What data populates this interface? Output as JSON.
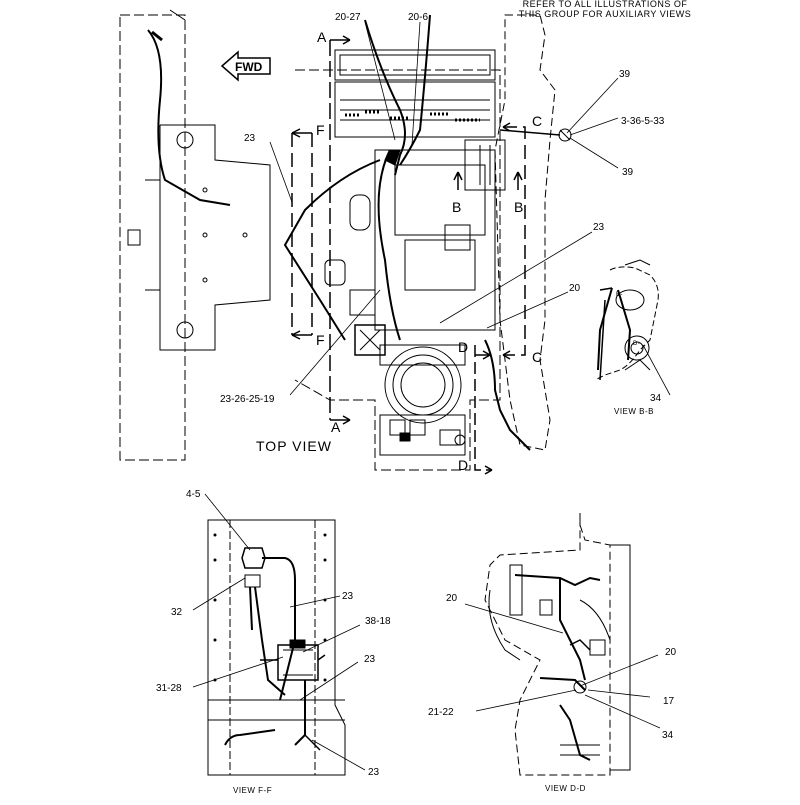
{
  "header_note": [
    "REFER TO ALL ILLUSTRATIONS OF",
    "THIS GROUP FOR AUXILIARY VIEWS"
  ],
  "fwd_label": "FWD",
  "top_view": {
    "title": "TOP VIEW",
    "callouts": [
      "20-27",
      "20-6",
      "39",
      "3-36-5-33",
      "39",
      "23",
      "23",
      "20",
      "23-26-25-19"
    ],
    "section_letters": {
      "a_top": "A",
      "a_bottom": "A",
      "f_top": "F",
      "f_bottom": "F",
      "c_top": "C",
      "c_bottom": "C",
      "b_left": "B",
      "b_right": "B",
      "d_top": "D",
      "d_bottom": "D"
    }
  },
  "view_bb": {
    "title": "VIEW B-B",
    "callouts": [
      "34"
    ],
    "tags": [
      "B-",
      "D-"
    ]
  },
  "view_ff": {
    "title": "VIEW F-F",
    "callouts": [
      "4-5",
      "32",
      "23",
      "38-18",
      "31-28",
      "23",
      "23"
    ]
  },
  "view_dd": {
    "title": "VIEW D-D",
    "callouts": [
      "20",
      "20",
      "17",
      "21-22",
      "34"
    ]
  }
}
